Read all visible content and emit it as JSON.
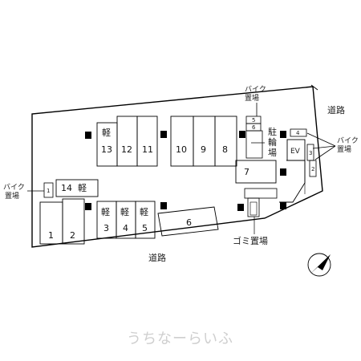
{
  "roads": {
    "top_right": "道路",
    "bottom": "道路"
  },
  "bike_parking": {
    "top": [
      "バイク",
      "置場"
    ],
    "left": [
      "バイク",
      "置場"
    ],
    "right": [
      "バイク",
      "置場"
    ]
  },
  "bicycle_parking": [
    "駐",
    "輪",
    "場"
  ],
  "garbage": "ゴミ置場",
  "elevator": "EV",
  "kei_label": "軽",
  "spaces": {
    "s1": "1",
    "s2": "2",
    "s3": "3",
    "s4": "4",
    "s5": "5",
    "s6": "6",
    "s7": "7",
    "s8": "8",
    "s9": "9",
    "s10": "10",
    "s11": "11",
    "s12": "12",
    "s13": "13",
    "s14": "14"
  },
  "bike_slots": {
    "b1": "1",
    "b2": "2",
    "b3": "3",
    "b4": "4",
    "b5": "5",
    "b6": "6"
  },
  "watermark": "うちなーらいふ"
}
